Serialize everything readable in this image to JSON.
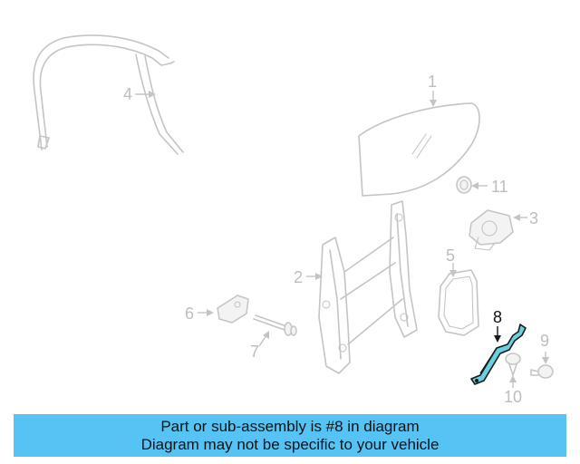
{
  "callouts": {
    "c1": "1",
    "c2": "2",
    "c3": "3",
    "c4": "4",
    "c5": "5",
    "c6": "6",
    "c7": "7",
    "c8": "8",
    "c9": "9",
    "c10": "10",
    "c11": "11"
  },
  "highlight": {
    "part_number": "8",
    "color": "#6ad0e0"
  },
  "banner": {
    "line1": "Part or sub-assembly is #8 in diagram",
    "line2": "Diagram may not be specific to your vehicle",
    "color": "#55c4f5"
  }
}
